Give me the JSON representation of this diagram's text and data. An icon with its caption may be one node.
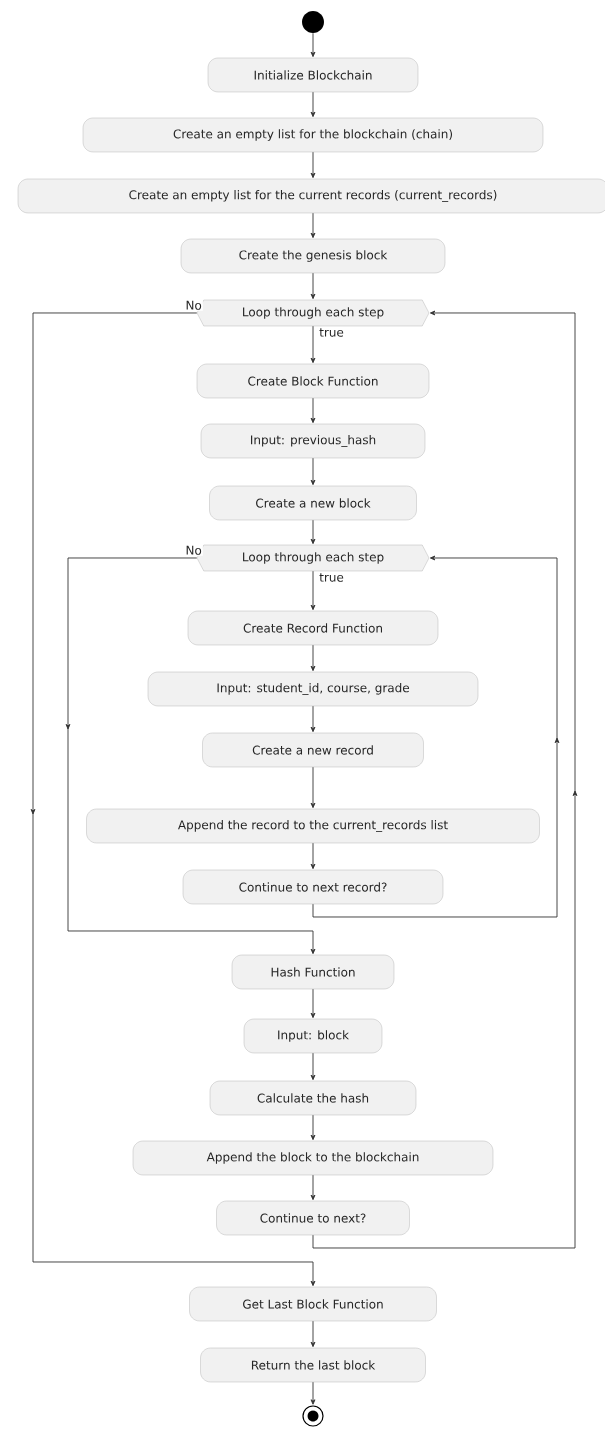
{
  "diagram": {
    "nodes": [
      {
        "text": [],
        "shape": "circle"
      },
      {
        "text": [
          "Initialize Blockchain"
        ]
      },
      {
        "text": [
          "Create an empty list for the blockchain (chain)"
        ]
      },
      {
        "text": [
          "Create an empty list for the current records (current_records)"
        ]
      },
      {
        "text": [
          "Create the genesis block"
        ]
      },
      {
        "text": [
          "Loop through each step"
        ]
      },
      {
        "text": [
          "Create Block Function"
        ]
      },
      {
        "text": [
          "Input: previous_hash"
        ]
      },
      {
        "text": [
          "Create a new block"
        ]
      },
      {
        "text": [
          "Loop through each step"
        ]
      },
      {
        "text": [
          "Create Record Function"
        ]
      },
      {
        "text": [
          "Input: student_id, course, grade"
        ]
      },
      {
        "text": [
          "Create a new record"
        ]
      },
      {
        "text": [
          "Append the record to the current_records list"
        ]
      },
      {
        "text": [
          "Continue to next record?"
        ]
      },
      {
        "text": [
          "Hash Function"
        ]
      },
      {
        "text": [
          "Input: block"
        ]
      },
      {
        "text": [
          "Calculate the hash"
        ]
      },
      {
        "text": [
          "Append the block to the blockchain"
        ]
      },
      {
        "text": [
          "Continue to next?"
        ]
      },
      {
        "text": [
          "Get Last Block Function"
        ]
      },
      {
        "text": [
          "Return the last block"
        ]
      },
      {
        "text": [],
        "shape": "circle"
      }
    ],
    "edges": [
      {
        "from": 0,
        "to": 1,
        "arrow": "to"
      },
      {
        "from": 1,
        "to": 2,
        "arrow": "to"
      },
      {
        "from": 2,
        "to": 3,
        "arrow": "to"
      },
      {
        "from": 3,
        "to": 4,
        "arrow": "to"
      },
      {
        "from": 4,
        "to": 5,
        "arrow": "to"
      },
      {
        "from": 5,
        "to": 6,
        "arrow": "to",
        "label": "true"
      },
      {
        "from": 6,
        "to": 7,
        "arrow": "to"
      },
      {
        "from": 7,
        "to": 8,
        "arrow": "to"
      },
      {
        "from": 8,
        "to": 9,
        "arrow": "to"
      },
      {
        "from": 9,
        "to": 10,
        "arrow": "to",
        "label": "true"
      },
      {
        "from": 10,
        "to": 11,
        "arrow": "to"
      },
      {
        "from": 11,
        "to": 12,
        "arrow": "to"
      },
      {
        "from": 12,
        "to": 13,
        "arrow": "to"
      },
      {
        "from": 13,
        "to": 14,
        "arrow": "to"
      },
      {
        "from": 14,
        "to": 9,
        "arrow": "to"
      },
      {
        "from": 9,
        "to": 15,
        "arrow": "to",
        "label": "No"
      },
      {
        "from": 15,
        "to": 16,
        "arrow": "to"
      },
      {
        "from": 16,
        "to": 17,
        "arrow": "to"
      },
      {
        "from": 17,
        "to": 18,
        "arrow": "to"
      },
      {
        "from": 18,
        "to": 19,
        "arrow": "to"
      },
      {
        "from": 19,
        "to": 5,
        "arrow": "to"
      },
      {
        "from": 5,
        "to": 20,
        "arrow": "to",
        "label": "No"
      },
      {
        "from": 20,
        "to": 21,
        "arrow": "to"
      },
      {
        "from": 21,
        "to": 22,
        "arrow": "to"
      }
    ]
  }
}
